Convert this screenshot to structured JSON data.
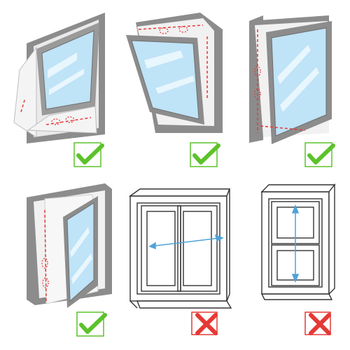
{
  "panels": [
    {
      "name": "top-hung-window",
      "type": "tilt-top",
      "compatible": true,
      "mark_icon": "checkmark-icon"
    },
    {
      "name": "bottom-hung-window",
      "type": "tilt-bottom",
      "compatible": true,
      "mark_icon": "checkmark-icon"
    },
    {
      "name": "side-hung-window-right",
      "type": "casement-right",
      "compatible": true,
      "mark_icon": "checkmark-icon"
    },
    {
      "name": "side-hung-window-left",
      "type": "casement-left",
      "compatible": true,
      "mark_icon": "checkmark-icon"
    },
    {
      "name": "sliding-window",
      "type": "horizontal-slider",
      "compatible": false,
      "mark_icon": "cross-icon"
    },
    {
      "name": "double-hung-window",
      "type": "vertical-slider",
      "compatible": false,
      "mark_icon": "cross-icon"
    }
  ],
  "colors": {
    "frame_gray": "#8c8c8c",
    "frame_light": "#e6e6e6",
    "glass": "#bfe3f7",
    "glass_shine": "#e8f6fd",
    "seal_red": "#e53935",
    "check_green": "#5cc22b",
    "cross_red": "#e53935",
    "arrow_blue": "#4fa3d9"
  }
}
